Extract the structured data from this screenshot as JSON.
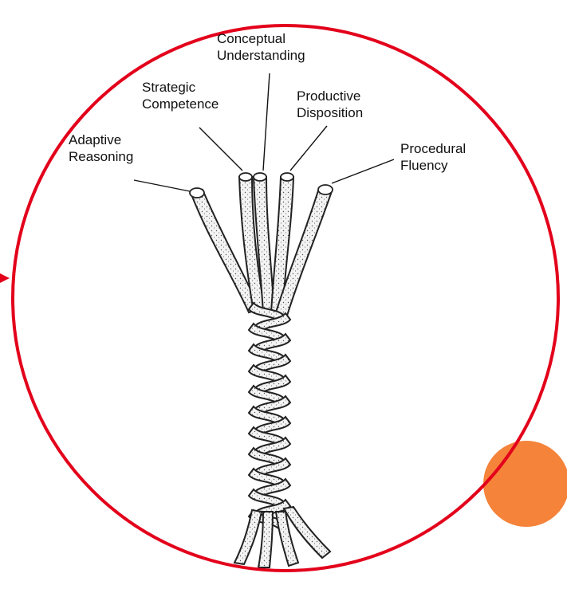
{
  "diagram": {
    "strands": [
      {
        "id": "adaptive-reasoning",
        "lines": [
          "Adaptive",
          "Reasoning"
        ]
      },
      {
        "id": "strategic-competence",
        "lines": [
          "Strategic",
          "Competence"
        ]
      },
      {
        "id": "conceptual-understanding",
        "lines": [
          "Conceptual",
          "Understanding"
        ]
      },
      {
        "id": "productive-disposition",
        "lines": [
          "Productive",
          "Disposition"
        ]
      },
      {
        "id": "procedural-fluency",
        "lines": [
          "Procedural",
          "Fluency"
        ]
      }
    ]
  },
  "colors": {
    "circle_outline": "#e3001b",
    "accent_dot": "#f5833a",
    "rope_fill": "#f2f2f2",
    "rope_outline": "#222222"
  }
}
